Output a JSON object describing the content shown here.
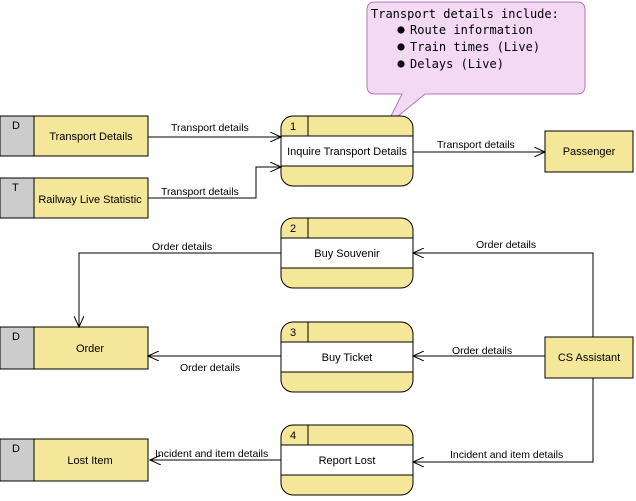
{
  "colors": {
    "fill": "#f5e79a",
    "stroke": "#000000",
    "tag": "#cccccc",
    "callout_fill": "#f3d9f4",
    "callout_stroke": "#b07ab4"
  },
  "callout": {
    "title": "Transport details include:",
    "bullets": [
      "Route information",
      "Train times (Live)",
      "Delays (Live)"
    ]
  },
  "stores": [
    {
      "id": "D",
      "label": "Transport Details"
    },
    {
      "id": "T",
      "label": "Railway Live Statistic"
    },
    {
      "id": "D",
      "label": "Order"
    },
    {
      "id": "D",
      "label": "Lost Item"
    }
  ],
  "processes": [
    {
      "id": "1",
      "label": "Inquire Transport Details"
    },
    {
      "id": "2",
      "label": "Buy Souvenir"
    },
    {
      "id": "3",
      "label": "Buy Ticket"
    },
    {
      "id": "4",
      "label": "Report Lost"
    }
  ],
  "entities": [
    {
      "label": "Passenger"
    },
    {
      "label": "CS Assistant"
    }
  ],
  "flows": [
    {
      "label": "Transport details"
    },
    {
      "label": "Transport details"
    },
    {
      "label": "Transport details"
    },
    {
      "label": "Order details"
    },
    {
      "label": "Order details"
    },
    {
      "label": "Order details"
    },
    {
      "label": "Order details"
    },
    {
      "label": "Incident and item details"
    },
    {
      "label": "Incident and item details"
    }
  ]
}
